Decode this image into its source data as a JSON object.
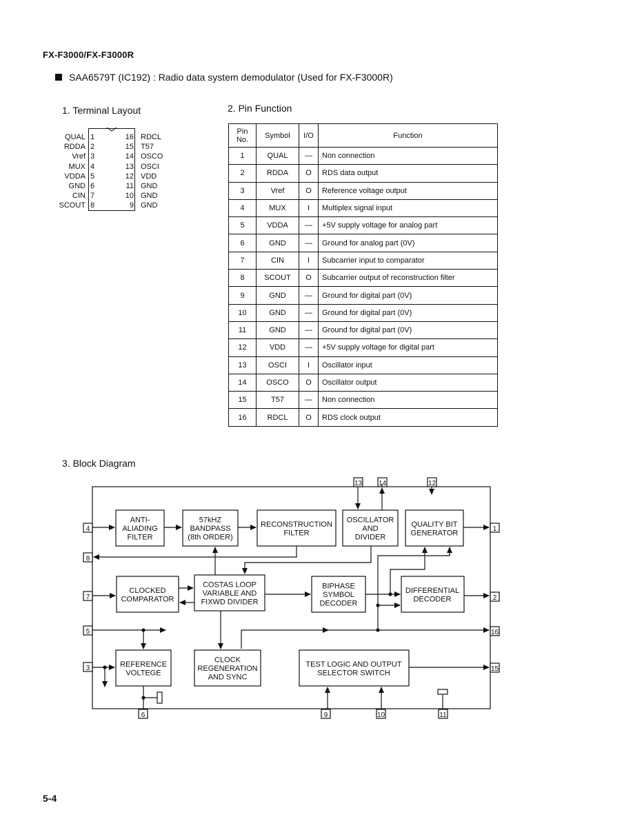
{
  "header": {
    "model": "FX-F3000/FX-F3000R",
    "title": "SAA6579T (IC192) : Radio data system demodulator (Used for FX-F3000R)"
  },
  "sections": {
    "terminal_layout": "1. Terminal Layout",
    "pin_function": "2. Pin Function",
    "block_diagram": "3. Block Diagram"
  },
  "terminal": {
    "left": [
      {
        "name": "QUAL",
        "num": "1"
      },
      {
        "name": "RDDA",
        "num": "2"
      },
      {
        "name": "Vref",
        "num": "3"
      },
      {
        "name": "MUX",
        "num": "4"
      },
      {
        "name": "VDDA",
        "num": "5"
      },
      {
        "name": "GND",
        "num": "6"
      },
      {
        "name": "CIN",
        "num": "7"
      },
      {
        "name": "SCOUT",
        "num": "8"
      }
    ],
    "right": [
      {
        "num": "16",
        "name": "RDCL"
      },
      {
        "num": "15",
        "name": "T57"
      },
      {
        "num": "14",
        "name": "OSCO"
      },
      {
        "num": "13",
        "name": "OSCI"
      },
      {
        "num": "12",
        "name": "VDD"
      },
      {
        "num": "11",
        "name": "GND"
      },
      {
        "num": "10",
        "name": "GND"
      },
      {
        "num": "9",
        "name": "GND"
      }
    ]
  },
  "table": {
    "headers": {
      "pin_line1": "Pin",
      "pin_line2": "No.",
      "symbol": "Symbol",
      "io": "I/O",
      "function": "Function"
    },
    "rows": [
      {
        "pin": "1",
        "symbol": "QUAL",
        "io": "—",
        "function": "Non connection"
      },
      {
        "pin": "2",
        "symbol": "RDDA",
        "io": "O",
        "function": "RDS data output"
      },
      {
        "pin": "3",
        "symbol": "Vref",
        "io": "O",
        "function": "Reference voltage output"
      },
      {
        "pin": "4",
        "symbol": "MUX",
        "io": "I",
        "function": "Multiplex signal input"
      },
      {
        "pin": "5",
        "symbol": "VDDA",
        "io": "—",
        "function": "+5V supply voltage for analog part"
      },
      {
        "pin": "6",
        "symbol": "GND",
        "io": "—",
        "function": "Ground for analog part (0V)"
      },
      {
        "pin": "7",
        "symbol": "CIN",
        "io": "I",
        "function": "Subcarrier input to comparator"
      },
      {
        "pin": "8",
        "symbol": "SCOUT",
        "io": "O",
        "function": "Subcarrier output of reconstruction filter"
      },
      {
        "pin": "9",
        "symbol": "GND",
        "io": "—",
        "function": "Ground for digital part (0V)"
      },
      {
        "pin": "10",
        "symbol": "GND",
        "io": "—",
        "function": "Ground for digital part (0V)"
      },
      {
        "pin": "11",
        "symbol": "GND",
        "io": "—",
        "function": "Ground for digital part (0V)"
      },
      {
        "pin": "12",
        "symbol": "VDD",
        "io": "—",
        "function": "+5V supply voltage for digital part"
      },
      {
        "pin": "13",
        "symbol": "OSCI",
        "io": "I",
        "function": "Oscillator input"
      },
      {
        "pin": "14",
        "symbol": "OSCO",
        "io": "O",
        "function": "Oscillator output"
      },
      {
        "pin": "15",
        "symbol": "T57",
        "io": "—",
        "function": "Non connection"
      },
      {
        "pin": "16",
        "symbol": "RDCL",
        "io": "O",
        "function": "RDS clock output"
      }
    ]
  },
  "diagram": {
    "blocks": {
      "antialiasing": [
        "ANTI-",
        "ALIADING",
        "FILTER"
      ],
      "bandpass": [
        "57kHZ",
        "BANDPASS",
        "(8th ORDER)"
      ],
      "reconstruction": [
        "RECONSTRUCTION",
        "FILTER"
      ],
      "oscillator": [
        "OSCILLATOR",
        "AND",
        "DIVIDER"
      ],
      "quality": [
        "QUALITY BIT",
        "GENERATOR"
      ],
      "comparator": [
        "CLOCKED",
        "COMPARATOR"
      ],
      "costas": [
        "COSTAS LOOP",
        "VARIABLE AND",
        "FIXWD DIVIDER"
      ],
      "biphase": [
        "BIPHASE",
        "SYMBOL",
        "DECODER"
      ],
      "differential": [
        "DIFFERENTIAL",
        "DECODER"
      ],
      "reference": [
        "REFERENCE",
        "VOLTEGE"
      ],
      "clock": [
        "CLOCK",
        "REGENERATION",
        "AND SYNC"
      ],
      "testlogic": [
        "TEST LOGIC AND OUTPUT",
        "SELECTOR SWITCH"
      ]
    },
    "pins": {
      "p1": "1",
      "p2": "2",
      "p3": "3",
      "p4": "4",
      "p5": "5",
      "p6": "6",
      "p7": "7",
      "p8": "8",
      "p9": "9",
      "p10": "10",
      "p11": "11",
      "p12": "12",
      "p13": "13",
      "p14": "14",
      "p15": "15",
      "p16": "16"
    }
  },
  "footer": {
    "page": "5-4"
  }
}
